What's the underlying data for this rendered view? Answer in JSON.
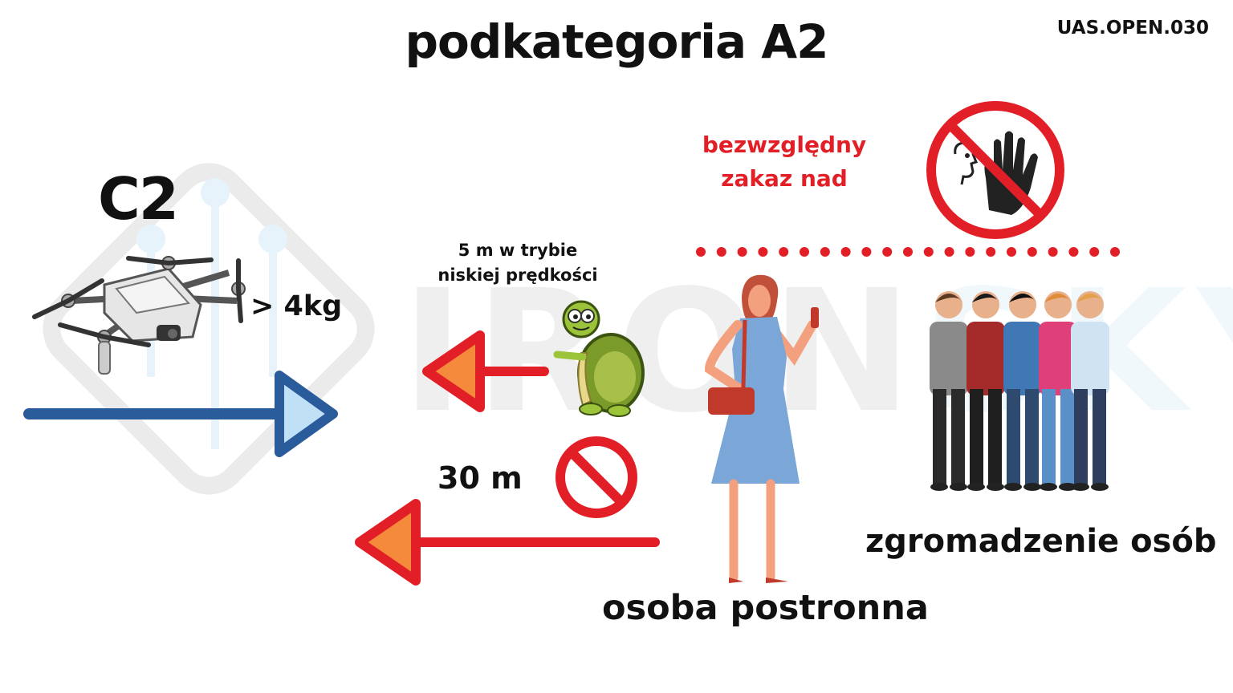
{
  "title": "podkategoria A2",
  "regulation_code": "UAS.OPEN.030",
  "drone": {
    "class_label": "C2",
    "weight_label": "> 4kg"
  },
  "low_speed": {
    "line1": "5 m w trybie",
    "line2": "niskiej prędkości"
  },
  "distance": {
    "label": "30 m"
  },
  "prohibition": {
    "line1": "bezwzględny",
    "line2": "zakaz nad"
  },
  "labels": {
    "crowd": "zgromadzenie osób",
    "uninvolved_person": "osoba postronna"
  },
  "watermark": {
    "part1": "IRON",
    "part2": "SKY"
  },
  "colors": {
    "arrow_blue": "#2a5b9b",
    "arrow_blue_fill": "#bfe0f5",
    "arrow_red": "#e21f26",
    "arrow_red_fill": "#f58a3c",
    "ban_red": "#e21f26",
    "dots_red": "#e21f26"
  },
  "icons": [
    "drone-icon",
    "turtle-icon",
    "no-entry-icon",
    "stop-hand-sign-icon",
    "woman-with-phone-icon",
    "crowd-icon"
  ]
}
